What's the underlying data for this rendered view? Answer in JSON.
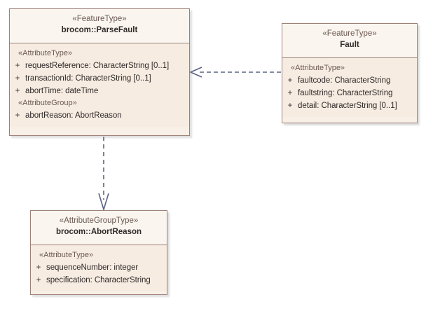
{
  "diagram": {
    "type": "uml-class-diagram",
    "background_color": "#ffffff",
    "border_color": "#9c8178",
    "header_fill": "#fbf5ef",
    "body_fill": "#f7ece2",
    "connector_color": "#5a6384",
    "classes": [
      {
        "id": "parsefault",
        "stereotype": "«FeatureType»",
        "name": "brocom::ParseFault",
        "compartments": [
          {
            "group": "«AttributeType»",
            "attributes": [
              {
                "visibility": "+",
                "text": "requestReference: CharacterString [0..1]"
              },
              {
                "visibility": "+",
                "text": "transactionId: CharacterString [0..1]"
              },
              {
                "visibility": "+",
                "text": "abortTime: dateTime"
              }
            ]
          },
          {
            "group": "«AttributeGroup»",
            "attributes": [
              {
                "visibility": "+",
                "text": "abortReason: AbortReason"
              }
            ]
          }
        ]
      },
      {
        "id": "fault",
        "stereotype": "«FeatureType»",
        "name": "Fault",
        "compartments": [
          {
            "group": "«AttributeType»",
            "attributes": [
              {
                "visibility": "+",
                "text": "faultcode: CharacterString"
              },
              {
                "visibility": "+",
                "text": "faultstring: CharacterString"
              },
              {
                "visibility": "+",
                "text": "detail: CharacterString [0..1]"
              }
            ]
          }
        ]
      },
      {
        "id": "abortreason",
        "stereotype": "«AttributeGroupType»",
        "name": "brocom::AbortReason",
        "compartments": [
          {
            "group": "«AttributeType»",
            "attributes": [
              {
                "visibility": "+",
                "text": "sequenceNumber: integer"
              },
              {
                "visibility": "+",
                "text": "specification: CharacterString"
              }
            ]
          }
        ]
      }
    ],
    "connectors": [
      {
        "id": "fault-to-parsefault",
        "kind": "generalization-dashed",
        "line_style": "dashed",
        "arrow": "open",
        "from": "fault",
        "to": "parsefault",
        "direction": "left"
      },
      {
        "id": "parsefault-to-abortreason",
        "kind": "generalization-dashed",
        "line_style": "dashed",
        "arrow": "open",
        "from": "parsefault",
        "to": "abortreason",
        "direction": "down"
      }
    ]
  }
}
